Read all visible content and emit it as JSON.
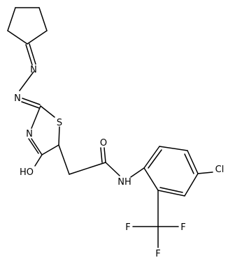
{
  "molecule": {
    "atoms": {
      "n_azine_top": "N",
      "n_azine_bottom": "N",
      "s_ring": "S",
      "n_ring": "N",
      "o_hydroxyl": "HO",
      "o_carbonyl": "O",
      "n_amide": "NH",
      "cl": "Cl",
      "f_left": "F",
      "f_middle": "F",
      "f_right": "F"
    },
    "colors": {
      "bond": "#000000",
      "label": "#000000",
      "background": "#ffffff"
    }
  }
}
